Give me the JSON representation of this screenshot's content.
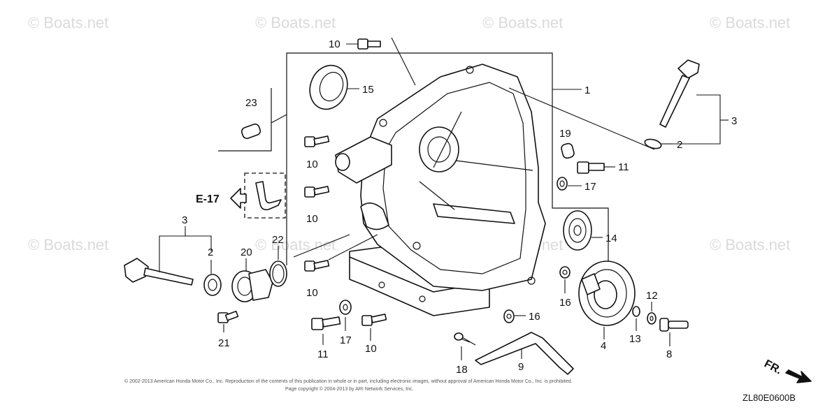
{
  "diagram": {
    "watermark": "© Boats.net",
    "ref_label": "E-17",
    "direction_label": "FR.",
    "drawing_code": "ZL80E0600B",
    "copyright_line1": "© 2002-2013 American Honda Motor Co., Inc. Reproduction of the contents of this publication in whole or in part, including electronic images, without approval of American Honda Motor Co., Inc. is prohibited.",
    "copyright_line2": "Page copyright © 2004-2013 by ARI Network Services, Inc."
  },
  "callouts": {
    "c1": "1",
    "c2a": "2",
    "c2b": "2",
    "c3a": "3",
    "c3b": "3",
    "c4": "4",
    "c8": "8",
    "c9": "9",
    "c10a": "10",
    "c10b": "10",
    "c10c": "10",
    "c10d": "10",
    "c10e": "10",
    "c11a": "11",
    "c11b": "11",
    "c12": "12",
    "c13": "13",
    "c14": "14",
    "c15": "15",
    "c16a": "16",
    "c16b": "16",
    "c17a": "17",
    "c17b": "17",
    "c18": "18",
    "c19": "19",
    "c20": "20",
    "c21": "21",
    "c22": "22",
    "c23": "23"
  }
}
